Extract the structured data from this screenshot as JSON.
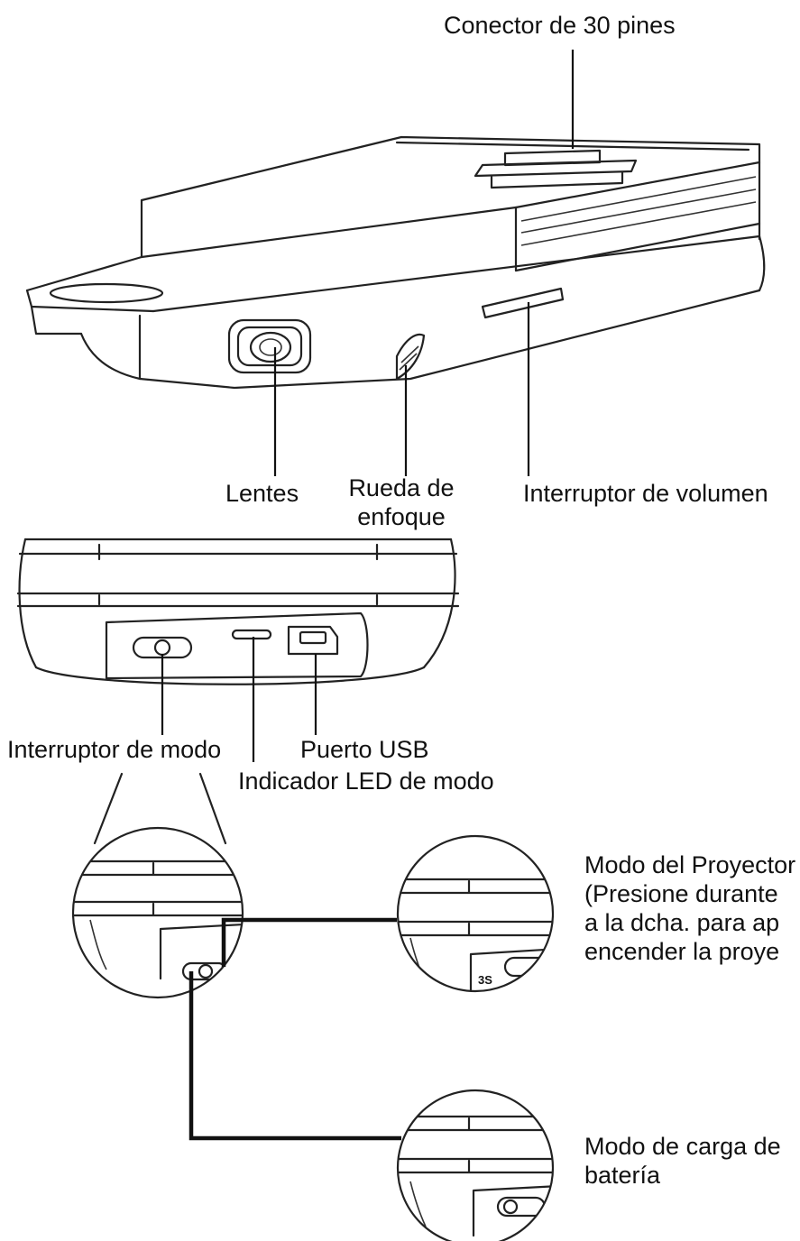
{
  "labels": {
    "connector": "Conector de 30 pines",
    "lens": "Lentes",
    "focus_wheel_line1": "Rueda de",
    "focus_wheel_line2": "enfoque",
    "volume_switch": "Interruptor de volumen",
    "mode_switch": "Interruptor de modo",
    "usb_port": "Puerto USB",
    "mode_led": "Indicador LED de modo",
    "projector_mode_line1": "Modo del Proyector",
    "projector_mode_line2": "(Presione durante",
    "projector_mode_line3": "a la dcha. para ap",
    "projector_mode_line4": "encender la proye",
    "charge_mode_line1": "Modo de carga de",
    "charge_mode_line2": "batería",
    "hold_time": "3S"
  },
  "colors": {
    "line": "#222222",
    "text": "#111111",
    "background": "#ffffff"
  }
}
